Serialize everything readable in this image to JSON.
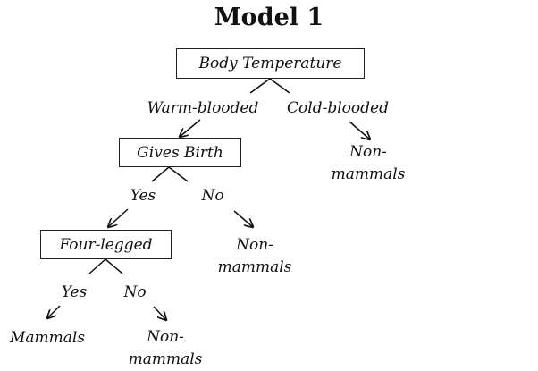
{
  "title": "Model 1",
  "nodes": {
    "body_temperature": "Body Temperature",
    "gives_birth": "Gives Birth",
    "four_legged": "Four-legged"
  },
  "edges": {
    "warm_blooded": "Warm-blooded",
    "cold_blooded": "Cold-blooded",
    "gives_birth_yes": "Yes",
    "gives_birth_no": "No",
    "four_legged_yes": "Yes",
    "four_legged_no": "No"
  },
  "leaves": {
    "cold_non_mammals": [
      "Non-",
      "mammals"
    ],
    "no_birth_non_mammals": [
      "Non-",
      "mammals"
    ],
    "mammals": "Mammals",
    "legless_non_mammals": [
      "Non-",
      "mammals"
    ]
  }
}
